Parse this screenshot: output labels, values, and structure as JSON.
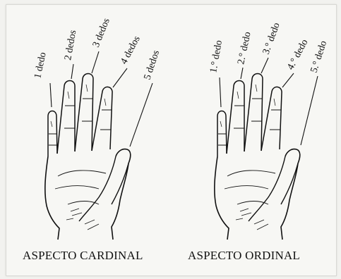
{
  "left_panel": {
    "caption": "ASPECTO CARDINAL",
    "finger_labels": [
      "1 dedo",
      "2 dedos",
      "3 dedos",
      "4 dedos",
      "5 dedos"
    ]
  },
  "right_panel": {
    "caption": "ASPECTO ORDINAL",
    "finger_labels": [
      "1.° dedo",
      "2.° dedo",
      "3.° dedo",
      "4.° dedo",
      "5.° dedo"
    ]
  },
  "colors": {
    "ink": "#111111",
    "paper": "#f7f7f4"
  }
}
